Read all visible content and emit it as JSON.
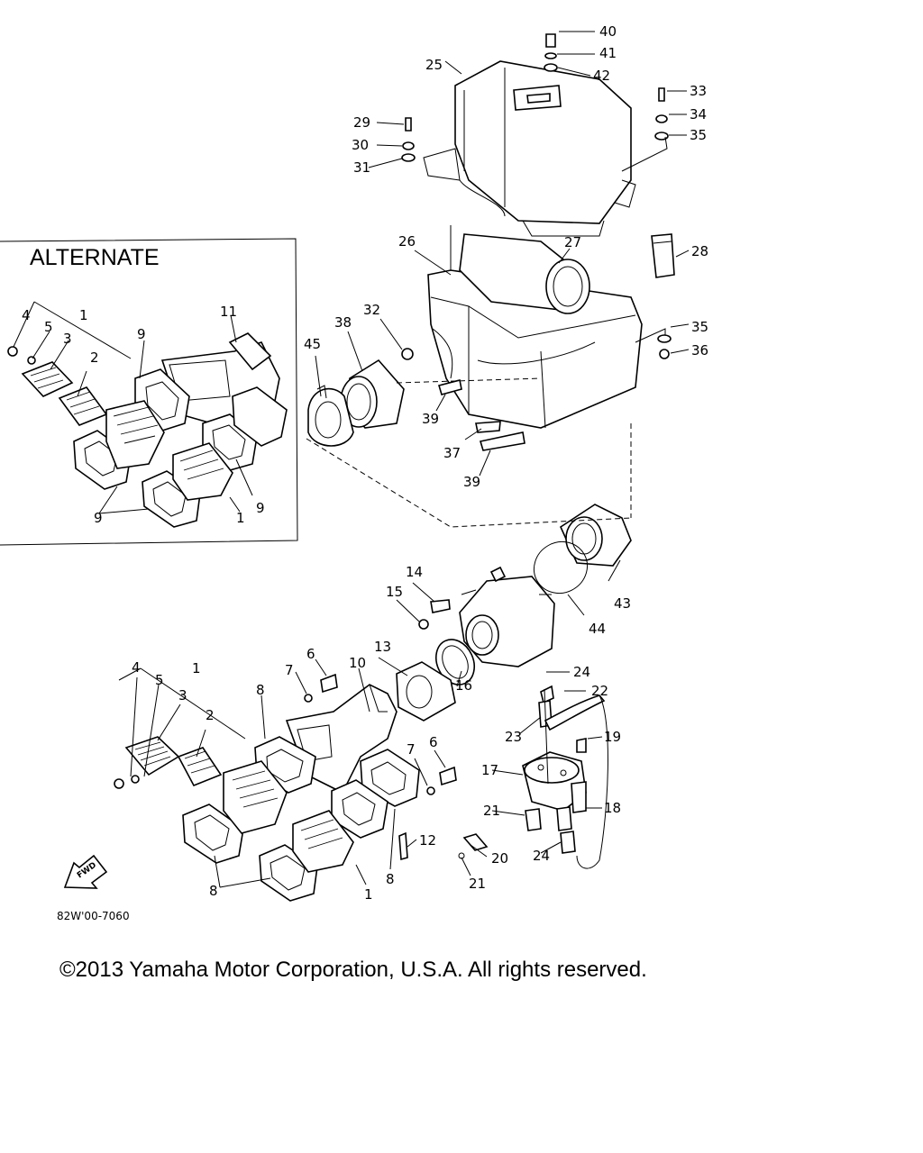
{
  "alternate_title": "ALTERNATE",
  "reference_code": "82W'00-7060",
  "fwd_label": "FWD",
  "copyright": "©2013 Yamaha Motor Corporation, U.S.A. All rights reserved.",
  "callouts": {
    "c1": "1",
    "c2": "2",
    "c3": "3",
    "c4": "4",
    "c5": "5",
    "c6": "6",
    "c7": "7",
    "c8": "8",
    "c9": "9",
    "c10": "10",
    "c11": "11",
    "c12": "12",
    "c13": "13",
    "c14": "14",
    "c15": "15",
    "c16": "16",
    "c17": "17",
    "c18": "18",
    "c19": "19",
    "c20": "20",
    "c21": "21",
    "c22": "22",
    "c23": "23",
    "c24": "24",
    "c25": "25",
    "c26": "26",
    "c27": "27",
    "c28": "28",
    "c29": "29",
    "c30": "30",
    "c31": "31",
    "c32": "32",
    "c33": "33",
    "c34": "34",
    "c35": "35",
    "c36": "36",
    "c37": "37",
    "c38": "38",
    "c39": "39",
    "c40": "40",
    "c41": "41",
    "c42": "42",
    "c43": "43",
    "c44": "44",
    "c45": "45"
  }
}
